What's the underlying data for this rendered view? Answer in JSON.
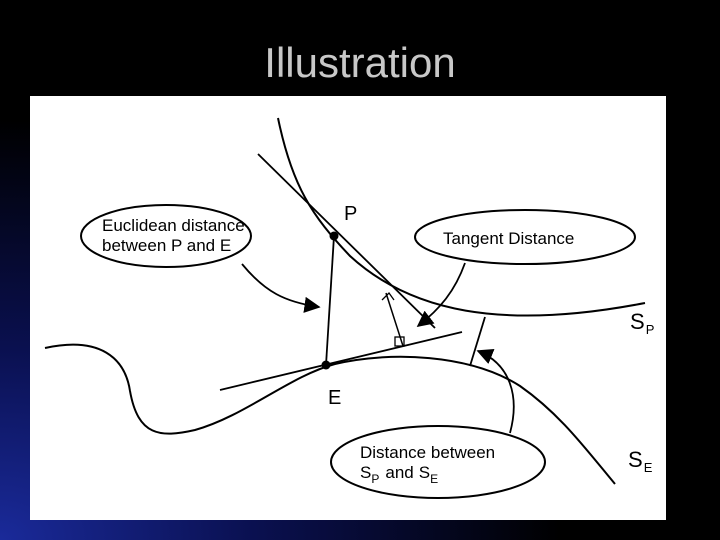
{
  "slide": {
    "title": "Illustration"
  },
  "diagram": {
    "point_p": "P",
    "point_e": "E",
    "euclidean_label": [
      "Euclidean distance",
      "between P and E"
    ],
    "tangent_label": "Tangent Distance",
    "surface_p": {
      "main": "S",
      "sub": "P"
    },
    "surface_e": {
      "main": "S",
      "sub": "E"
    },
    "between_label": {
      "line1": "Distance between",
      "s1": "S",
      "s1_sub": "P",
      "and": "and",
      "s2": "S",
      "s2_sub": "E"
    }
  }
}
